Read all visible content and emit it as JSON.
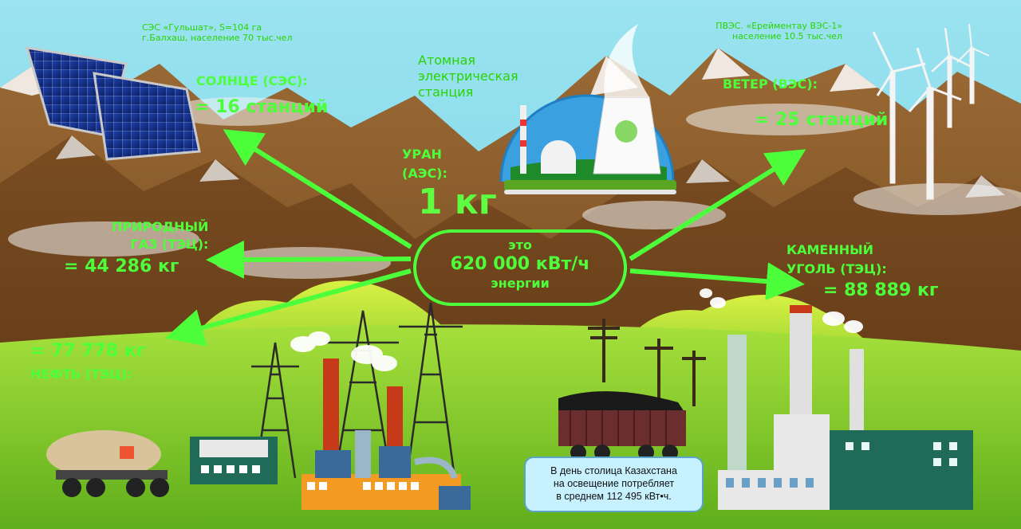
{
  "solar": {
    "source_line1": "СЭС «Гульшат», S=104 га",
    "source_line2": "г.Балхаш, население 70 тыс.чел",
    "label": "СОЛНЦЕ (СЭС):",
    "value": "= 16 станций"
  },
  "wind": {
    "source_line1": "ПВЭС. «Ерейментау ВЭС-1»",
    "source_line2": "население 10.5 тыс.чел",
    "label": "ВЕТЕР (ВЭС):",
    "value": "= 25 станций"
  },
  "nuclear": {
    "title_line1": "Атомная",
    "title_line2": "электрическая",
    "title_line3": "станция"
  },
  "uranium": {
    "label_line1": "УРАН",
    "label_line2": "(АЭС):",
    "amount": "1 кг"
  },
  "center": {
    "line1": "это",
    "line2": "620 000 кВт/ч",
    "line3": "энергии"
  },
  "gas": {
    "label_line1": "ПРИРОДНЫЙ",
    "label_line2": "ГАЗ (ТЭЦ):",
    "value": "= 44 286 кг"
  },
  "coal": {
    "label_line1": "КАМЕННЫЙ",
    "label_line2": "УГОЛЬ (ТЭЦ):",
    "value": "= 88 889 кг"
  },
  "oil": {
    "value": "= 77 778 кг",
    "label": "НЕФТЬ (ТЭЦ):"
  },
  "info": {
    "line1": "В день столица Казахстана",
    "line2": "на освещение потребляет",
    "line3": "в среднем 112 495 кВт•ч."
  },
  "colors": {
    "accent": "#4cff3a",
    "sky": "#7fd6e6",
    "mountain": "#8a5a2b",
    "grass": "#8ccf2e"
  }
}
